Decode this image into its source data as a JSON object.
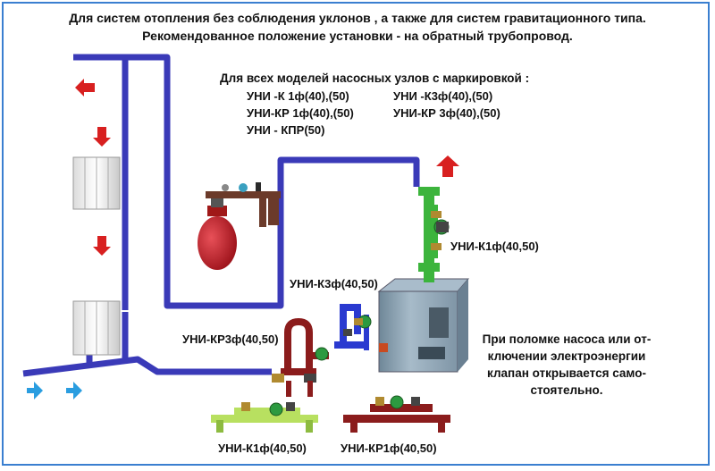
{
  "header": {
    "line1": "Для систем отопления без соблюдения уклонов , а также для систем гравитационного типа.",
    "line2": "Рекомендованное положение установки - на обратный трубопровод."
  },
  "models": {
    "intro": "Для всех моделей насосных узлов с маркировкой :",
    "m1": "УНИ -К 1ф(40),(50)",
    "m2": "УНИ -К3ф(40),(50)",
    "m3": "УНИ-КР 1ф(40),(50)",
    "m4": "УНИ-КР 3ф(40),(50)",
    "m5": "УНИ - КПР(50)"
  },
  "labels": {
    "k1_top": "УНИ-К1ф(40,50)",
    "k3": "УНИ-К3ф(40,50)",
    "kr3": "УНИ-КР3ф(40,50)",
    "k1_bottom": "УНИ-К1ф(40,50)",
    "kr1": "УНИ-КР1ф(40,50)"
  },
  "note": {
    "l1": "При поломке насоса или от-",
    "l2": "ключении электроэнергии",
    "l3": "клапан открывается само-",
    "l4": "стоятельно."
  },
  "colors": {
    "pipe": "#3a3ab8",
    "arrow_hot": "#d82020",
    "arrow_cold": "#2a9de0",
    "green_pipe": "#3cb43c",
    "blue_unit": "#2a3ad0",
    "maroon_unit": "#8b1c1c",
    "lime_unit": "#b8e060",
    "boiler": "#8ea4b4",
    "tank": "#c8202a"
  }
}
